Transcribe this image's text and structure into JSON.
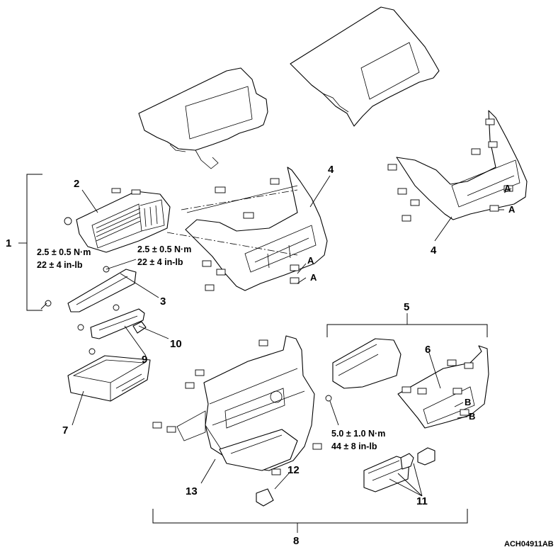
{
  "callouts": {
    "c1": "1",
    "c2": "2",
    "c3": "3",
    "c4a": "4",
    "c4b": "4",
    "c5": "5",
    "c6": "6",
    "c7": "7",
    "c8": "8",
    "c9": "9",
    "c10": "10",
    "c11": "11",
    "c12": "12",
    "c13": "13"
  },
  "torque_specs": {
    "spec_left": {
      "metric": "2.5 ± 0.5 N·m",
      "imperial": "22 ± 4 in-lb"
    },
    "spec_mid": {
      "metric": "2.5 ± 0.5 N·m",
      "imperial": "22 ± 4 in-lb"
    },
    "spec_center": {
      "metric": "5.0 ± 1.0 N·m",
      "imperial": "44 ± 8 in-lb"
    }
  },
  "detail_letters": {
    "a1": "A",
    "a2": "A",
    "a3": "A",
    "a4": "A",
    "b1": "B",
    "b2": "B"
  },
  "figure_code": "ACH04911AB"
}
